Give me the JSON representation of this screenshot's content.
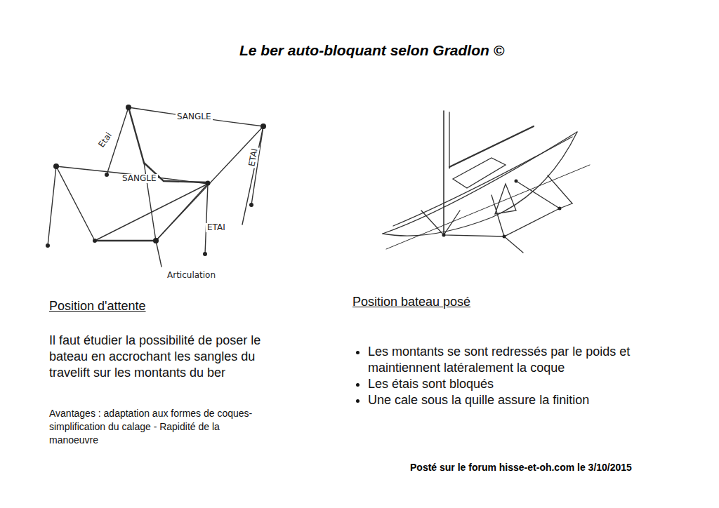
{
  "diagram": {
    "title": "Le ber auto-bloquant selon Gradlon ©",
    "labels": [
      "SANGLE",
      "Etai",
      "SANGLE",
      "ETAI",
      "ETAI",
      "Articulation",
      "Position d'attente",
      "Il faut étudier la possibilité de poser le bateau en accrochant les sangles du travelift sur les montants du ber",
      "Avantages : adaptation aux formes de coques- simplification du calage - Rapidité de la manoeuvre",
      "Position bateau posé",
      "Les montants se sont redressés par le poids et maintiennent latéralement la coque",
      "Les étais sont bloqués",
      "Une cale sous la quille assure la finition",
      "Posté sur le forum hisse-et-oh.com le 3/10/2015"
    ]
  }
}
